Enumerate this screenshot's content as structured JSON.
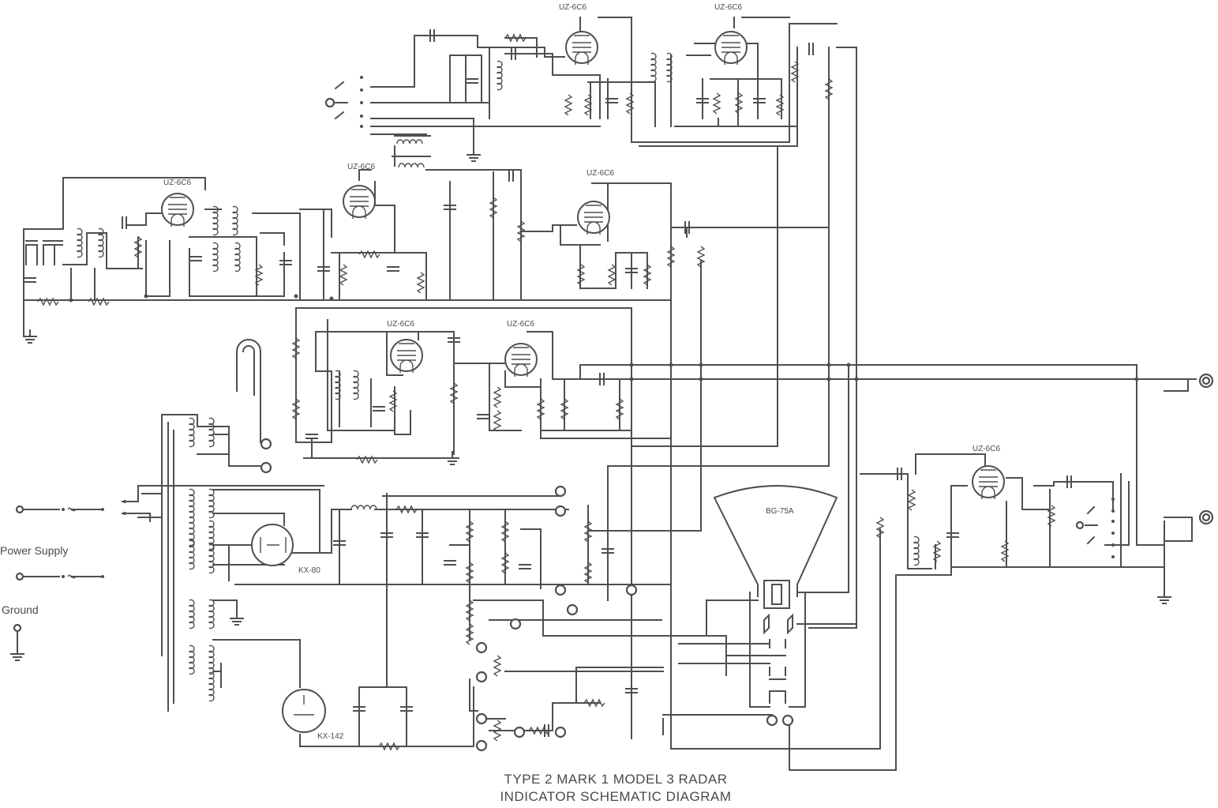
{
  "title": {
    "line1": "TYPE 2 MARK 1 MODEL 3 RADAR",
    "line2": "INDICATOR SCHEMATIC DIAGRAM"
  },
  "labels": {
    "power_supply": "Power Supply",
    "ground": "Ground"
  },
  "tubes": [
    {
      "id": "t1",
      "label": "UZ-6C6"
    },
    {
      "id": "t2",
      "label": "UZ-6C6"
    },
    {
      "id": "t3",
      "label": "UZ-6C6"
    },
    {
      "id": "t4",
      "label": "UZ-6C6"
    },
    {
      "id": "t5",
      "label": "UZ-6C6"
    },
    {
      "id": "t6",
      "label": "UZ-6C6"
    },
    {
      "id": "t7",
      "label": "UZ-6C6"
    },
    {
      "id": "t8",
      "label": "UZ-6C6"
    }
  ],
  "rectifiers": [
    {
      "id": "kx80",
      "label": "KX-80"
    },
    {
      "id": "kx142",
      "label": "KX-142"
    }
  ],
  "crt": {
    "label": "BG-75A"
  },
  "colors": {
    "ink": "#4f4f4f",
    "background": "#ffffff"
  }
}
